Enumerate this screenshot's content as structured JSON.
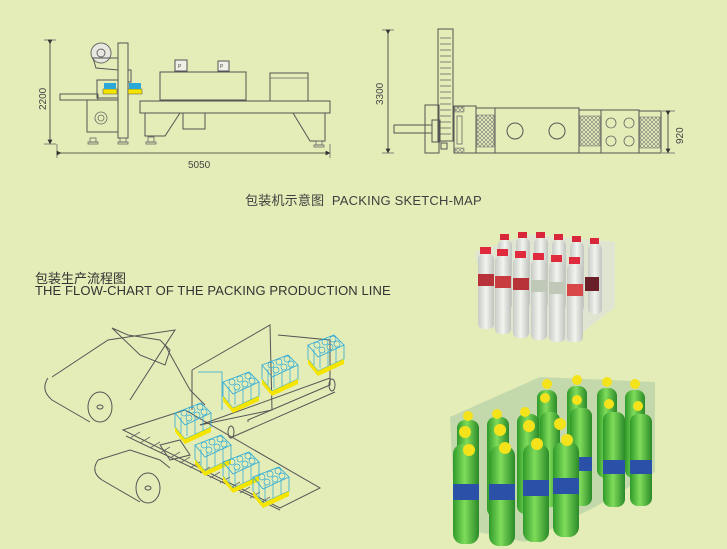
{
  "sketch": {
    "side_view": {
      "height_label": "2200",
      "length_label": "5050",
      "panel_label": "P"
    },
    "top_view": {
      "height_label": "3300",
      "width_label": "920"
    },
    "caption_cn": "包装机示意图",
    "caption_en": "PACKING SKETCH-MAP"
  },
  "flow_chart": {
    "title_cn": "包装生产流程图",
    "title_en": "THE FLOW-CHART OF THE PACKING PRODUCTION LINE"
  },
  "photos": [
    {
      "name": "water-bottle-pack",
      "description": "Shrink-wrapped 24-pack of water bottles with red caps"
    },
    {
      "name": "soda-bottle-pack",
      "description": "Shrink-wrapped packs of green soda bottles with yellow caps"
    }
  ],
  "colors": {
    "background": "#e4edb8",
    "line": "#555555",
    "bottle_cyan": "#2aa8d8",
    "tray_yellow": "#f5e400",
    "hatch": "#777777"
  }
}
